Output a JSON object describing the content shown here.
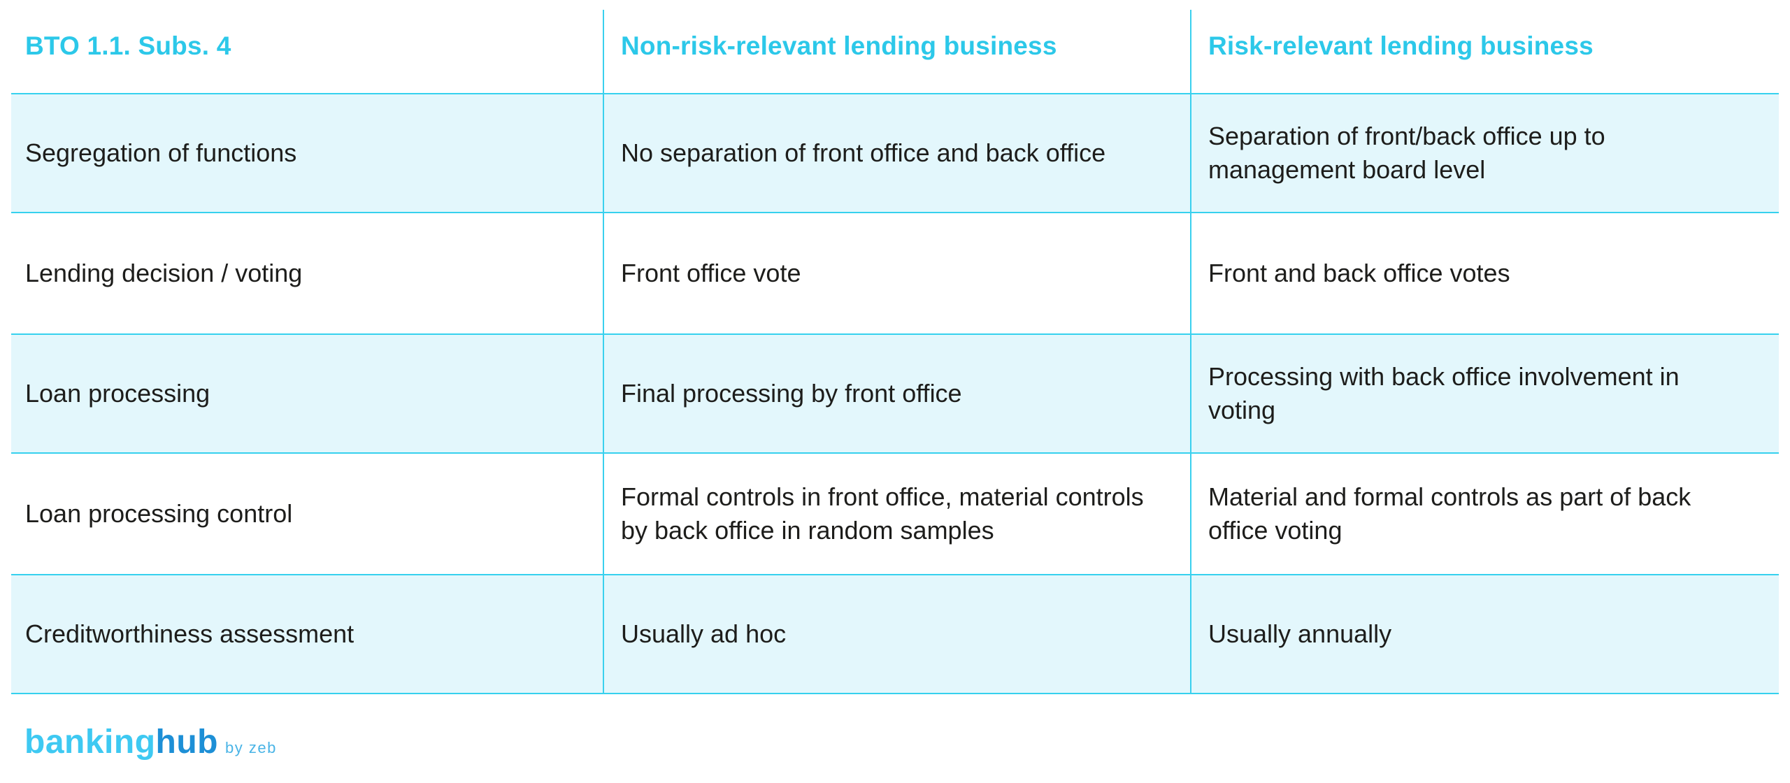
{
  "table": {
    "headers": [
      "BTO 1.1. Subs. 4",
      "Non-risk-relevant lending business",
      "Risk-relevant lending business"
    ],
    "rows": [
      {
        "criterion": "Segregation of functions",
        "non_risk": "No separation of front office and back office",
        "risk": "Separation of front/back office up to management board level"
      },
      {
        "criterion": "Lending decision / voting",
        "non_risk": "Front office vote",
        "risk": "Front and back office votes"
      },
      {
        "criterion": "Loan processing",
        "non_risk": "Final processing by front office",
        "risk": "Processing with back office involvement in voting"
      },
      {
        "criterion": "Loan processing control",
        "non_risk": "Formal controls in front office, material controls by back office in random samples",
        "risk": "Material and formal controls as part of back office voting"
      },
      {
        "criterion": "Creditworthiness assessment",
        "non_risk": "Usually ad hoc",
        "risk": "Usually annually"
      }
    ]
  },
  "logo": {
    "word_banking": "banking",
    "word_hub": "hub",
    "byline": "by zeb"
  },
  "colors": {
    "accent_cyan": "#2cc8e9",
    "grid_line": "#36d1ee",
    "row_highlight_bg": "#e3f7fc",
    "body_text": "#1d1d1b",
    "logo_banking": "#3ec9f2",
    "logo_hub": "#1d8fd6",
    "logo_byline": "#4ab4e6"
  }
}
